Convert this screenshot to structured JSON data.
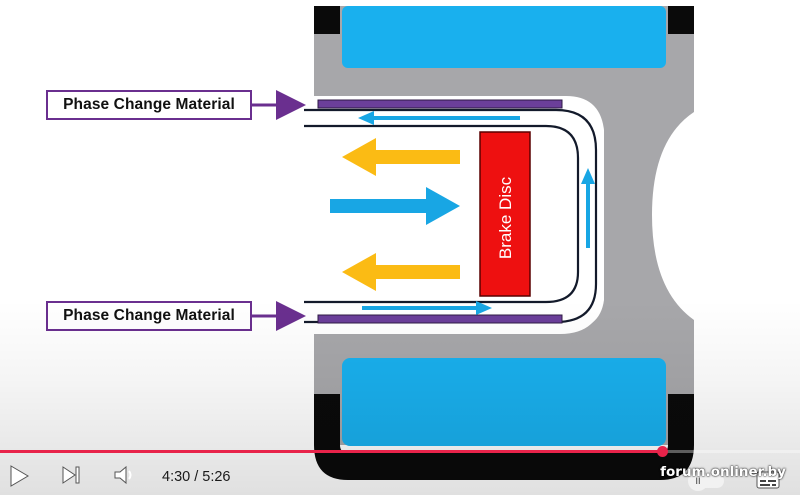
{
  "diagram": {
    "pcm_label_top": "Phase Change Material",
    "pcm_label_bottom": "Phase Change Material",
    "disc_label": "Brake Disc",
    "colors": {
      "housing": "#a7a7aa",
      "rim": "#0a0a0a",
      "blue_block": "#19b0ee",
      "pcm_bar": "#6b3f9a",
      "disc": "#ee1010",
      "yellow_arrow": "#fbbb14",
      "blue_arrow": "#18a6e4",
      "outline": "#131a2b"
    }
  },
  "player": {
    "current_time": "4:30",
    "separator": "/",
    "duration": "5:26",
    "progress": 0.828,
    "watermark": "forum.onliner.by",
    "autoplay_glyph": "II",
    "icons": {
      "play": "play-icon",
      "next": "next-track-icon",
      "volume": "volume-icon",
      "autoplay": "autoplay-toggle-icon",
      "subtitles": "subtitles-icon"
    }
  }
}
